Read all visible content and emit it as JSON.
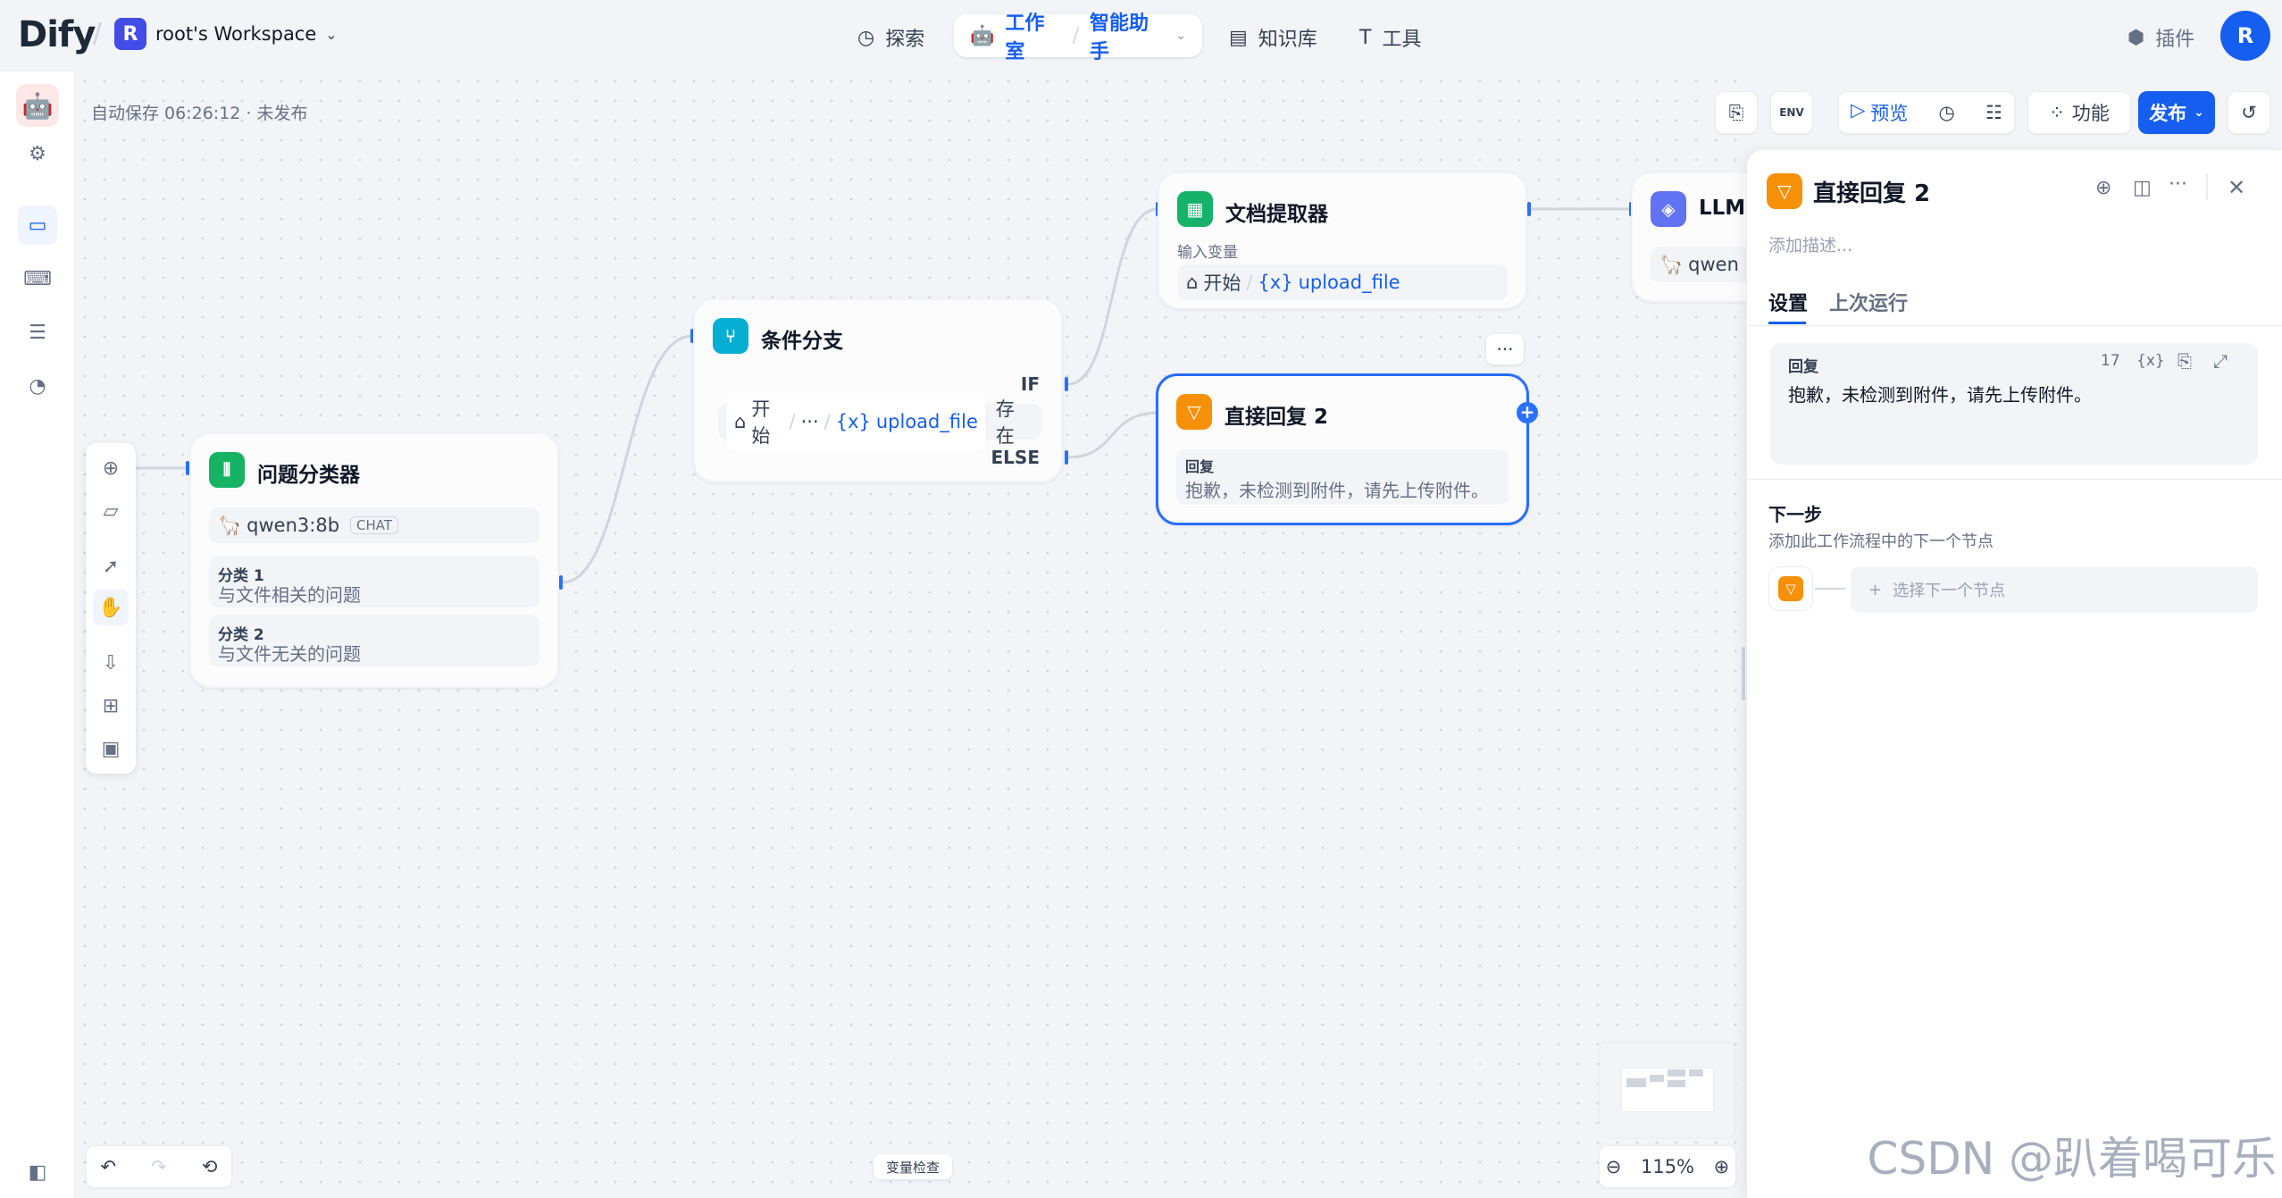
{
  "header": {
    "logo": "Dify",
    "workspace_badge": "R",
    "workspace_name": "root's Workspace",
    "nav": {
      "explore": "探索",
      "studio": "工作室",
      "app_name": "智能助手",
      "knowledge": "知识库",
      "tools": "工具"
    },
    "plugins": "插件",
    "avatar": "R"
  },
  "canvas": {
    "autosave": "自动保存 06:26:12 · 未发布",
    "toolbar": {
      "env": "ENV",
      "preview": "预览",
      "features": "功能",
      "publish": "发布"
    },
    "variable_inspect": "变量检查",
    "zoom": "115%"
  },
  "nodes": {
    "classifier": {
      "title": "问题分类器",
      "model": "qwen3:8b",
      "model_tag": "CHAT",
      "classes": [
        {
          "label": "分类 1",
          "text": "与文件相关的问题"
        },
        {
          "label": "分类 2",
          "text": "与文件无关的问题"
        }
      ]
    },
    "ifelse": {
      "title": "条件分支",
      "if_label": "IF",
      "cond_source": "开始",
      "cond_ellipsis": "···",
      "cond_var": "upload_file",
      "cond_op": "存在",
      "else_label": "ELSE"
    },
    "doc_extractor": {
      "title": "文档提取器",
      "input_label": "输入变量",
      "source": "开始",
      "var": "upload_file"
    },
    "answer": {
      "title": "直接回复 2",
      "label": "回复",
      "text": "抱歉，未检测到附件，请先上传附件。"
    },
    "llm": {
      "title": "LLM",
      "model": "qwen"
    }
  },
  "panel": {
    "title": "直接回复 2",
    "desc_placeholder": "添加描述...",
    "tabs": [
      "设置",
      "上次运行"
    ],
    "reply_label": "回复",
    "reply_count": "17",
    "reply_text": "抱歉，未检测到附件，请先上传附件。",
    "next_step_title": "下一步",
    "next_step_desc": "添加此工作流程中的下一个节点",
    "select_next": "选择下一个节点"
  },
  "watermark": "CSDN @趴着喝可乐",
  "colors": {
    "accent": "#155eef",
    "classifier": "#16b364",
    "ifelse": "#06aed4",
    "doc_extractor": "#17b26a",
    "answer": "#f79009",
    "llm": "#6172f3"
  }
}
